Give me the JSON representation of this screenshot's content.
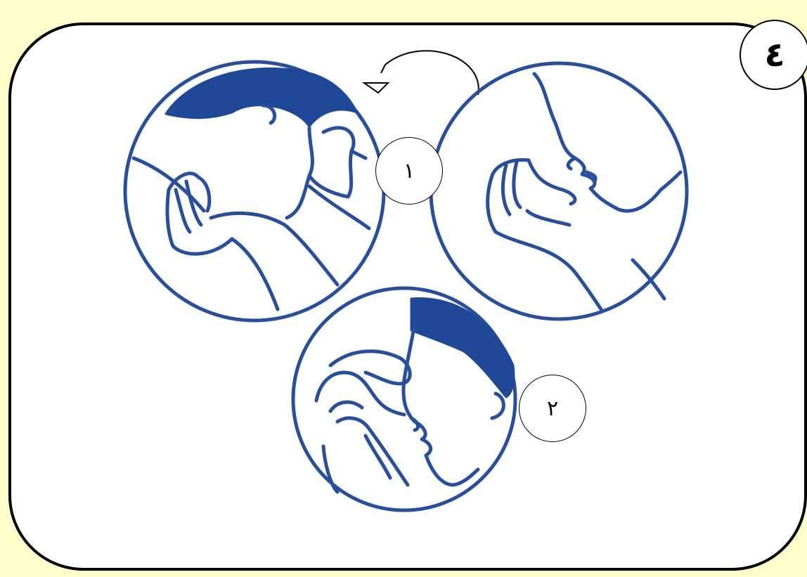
{
  "step_badge": "٤",
  "sub_steps": [
    {
      "number": "١"
    },
    {
      "number": "٢"
    }
  ],
  "colors": {
    "background": "#ffffcc",
    "panel": "#ffffff",
    "ink": "#2a4f9a",
    "hair": "#1f4896",
    "border": "#000000"
  }
}
